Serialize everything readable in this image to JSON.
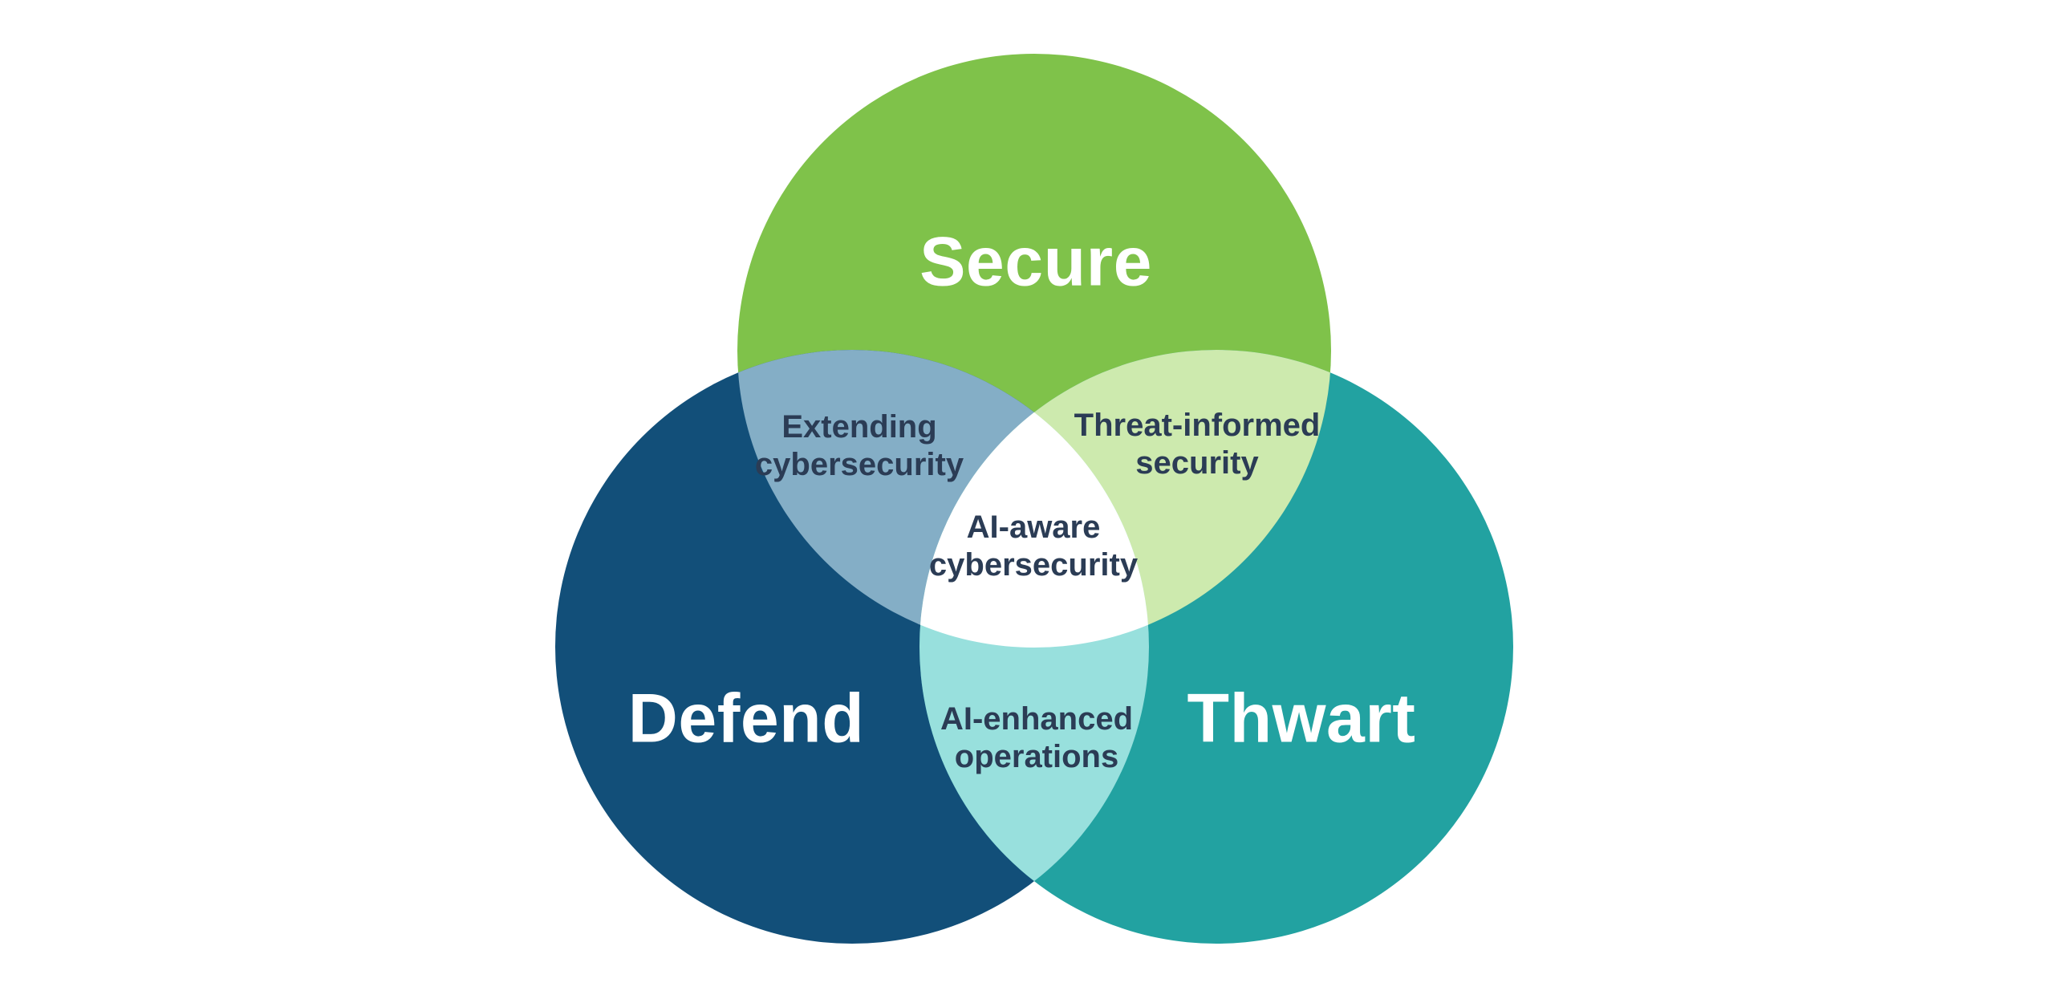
{
  "diagram": {
    "type": "venn",
    "background_color": "#ffffff",
    "overlap_text_color": "#2b3c55",
    "sets": [
      {
        "id": "secure",
        "label": "Secure",
        "color": "#7fc24a",
        "label_color": "#ffffff"
      },
      {
        "id": "defend",
        "label": "Defend",
        "color": "#124f79",
        "label_color": "#ffffff"
      },
      {
        "id": "thwart",
        "label": "Thwart",
        "color": "#22a2a1",
        "label_color": "#ffffff"
      }
    ],
    "overlaps": [
      {
        "id": "secure-defend",
        "between": "Secure + Defend",
        "line1": "Extending",
        "line2": "cybersecurity",
        "color": "#84aec6"
      },
      {
        "id": "secure-thwart",
        "between": "Secure + Thwart",
        "line1": "Threat-informed",
        "line2": "security",
        "color": "#cdeaae"
      },
      {
        "id": "defend-thwart",
        "between": "Defend + Thwart",
        "line1": "AI-enhanced",
        "line2": "operations",
        "color": "#98e0dd"
      },
      {
        "id": "center",
        "between": "Secure + Defend + Thwart",
        "line1": "AI-aware",
        "line2": "cybersecurity",
        "color": "#ffffff"
      }
    ]
  }
}
